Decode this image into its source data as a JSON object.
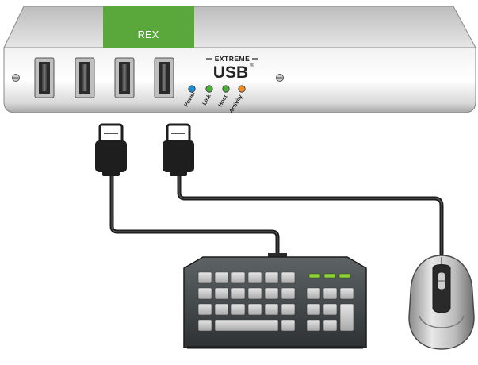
{
  "device": {
    "label": "REX",
    "brand_top": "EXTREME",
    "brand_main": "USB",
    "brand_mark": "®",
    "accent_color": "#5aa83c"
  },
  "leds": [
    {
      "label": "Power",
      "color": "#1a8fd6"
    },
    {
      "label": "Link",
      "color": "#4caf3c"
    },
    {
      "label": "Host",
      "color": "#4caf3c"
    },
    {
      "label": "Activity",
      "color": "#f08a24"
    }
  ],
  "peripherals": {
    "keyboard_icon": "keyboard-icon",
    "mouse_icon": "mouse-icon",
    "keyboard_indicator_color": "#8fd13a"
  }
}
